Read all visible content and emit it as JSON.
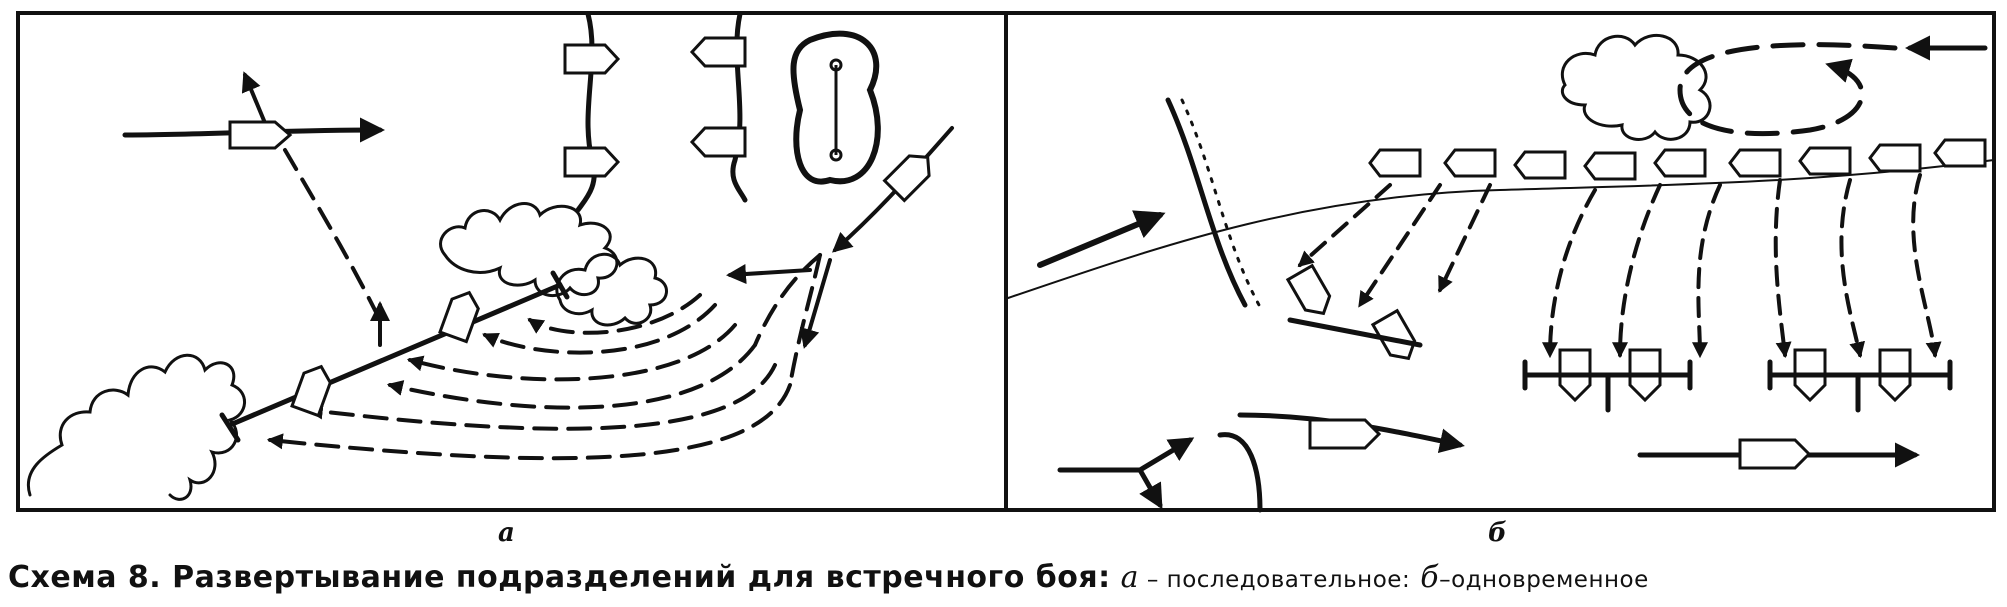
{
  "panels": [
    {
      "key": "a",
      "label": "а"
    },
    {
      "key": "b",
      "label": "б"
    }
  ],
  "caption": {
    "title": "Схема 8. Развертывание подразделений для встречного боя:",
    "variant_a_letter": "а",
    "variant_a_text": " – последовательное:",
    "variant_b_letter": "б",
    "variant_b_text": "–одновременное"
  },
  "colors": {
    "ink": "#111111",
    "paper": "#ffffff"
  },
  "symbols": {
    "tank": "tank-icon",
    "arrow": "arrow-icon",
    "tree": "tree-cluster-icon",
    "trench": "trench-line-icon"
  }
}
